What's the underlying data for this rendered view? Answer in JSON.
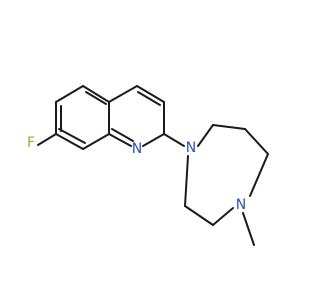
{
  "structure": {
    "atoms": [
      {
        "label": "F",
        "color": "#8fb52e"
      },
      {
        "label": "N",
        "color": "#2f4fc4"
      },
      {
        "label": "N",
        "color": "#2f4fc4"
      },
      {
        "label": "N",
        "color": "#2f4fc4"
      }
    ]
  }
}
